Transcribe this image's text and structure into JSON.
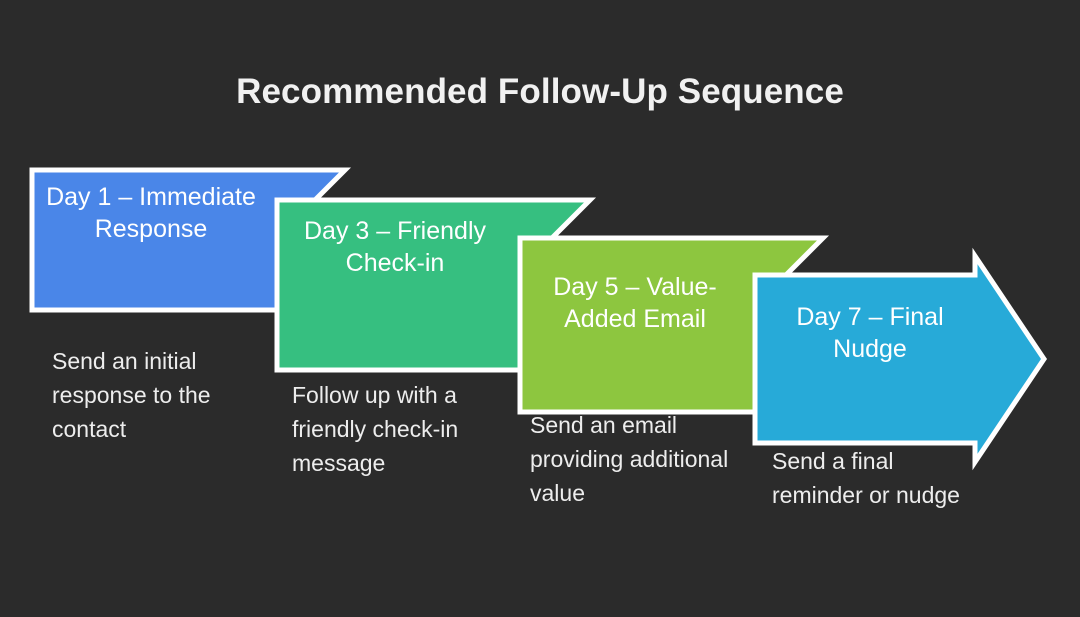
{
  "slide": {
    "title": "Recommended Follow-Up Sequence",
    "background_color": "#2B2B2B",
    "title_color": "#F1F1F1"
  },
  "chart_data": {
    "type": "diagram",
    "diagram_kind": "chevron-process-arrow",
    "title": "Recommended Follow-Up Sequence",
    "direction": "left-to-right",
    "step_count": 4,
    "categories": [
      "Day 1",
      "Day 3",
      "Day 5",
      "Day 7"
    ],
    "outline_color": "#FFFFFF",
    "steps": [
      {
        "index": 1,
        "day": "Day 1",
        "label": "Day 1 – Immediate Response",
        "caption": "Send an initial response to the contact",
        "color": "#4A86E8",
        "shape": "notched-rectangle"
      },
      {
        "index": 2,
        "day": "Day 3",
        "label": "Day 3 – Friendly Check-in",
        "caption": "Follow up with a friendly check-in message",
        "color": "#36BF80",
        "shape": "notched-rectangle"
      },
      {
        "index": 3,
        "day": "Day 5",
        "label": "Day 5 – Value-Added Email",
        "caption": "Send an email providing additional value",
        "color": "#8DC63F",
        "shape": "notched-rectangle"
      },
      {
        "index": 4,
        "day": "Day 7",
        "label": "Day 7 – Final Nudge",
        "caption": "Send a final reminder or nudge",
        "color": "#27AAD8",
        "shape": "right-arrow"
      }
    ]
  }
}
